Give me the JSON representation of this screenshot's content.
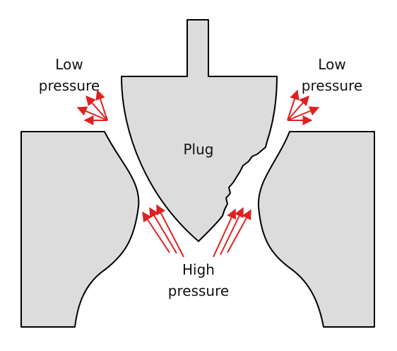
{
  "labels": {
    "plug": "Plug",
    "low_left_1": "Low",
    "low_left_2": "pressure",
    "low_right_1": "Low",
    "low_right_2": "pressure",
    "high_1": "High",
    "high_2": "pressure"
  },
  "colors": {
    "body_fill": "#dcdcdc",
    "outline": "#000000",
    "arrow": "#e02020",
    "text": "#111111"
  }
}
